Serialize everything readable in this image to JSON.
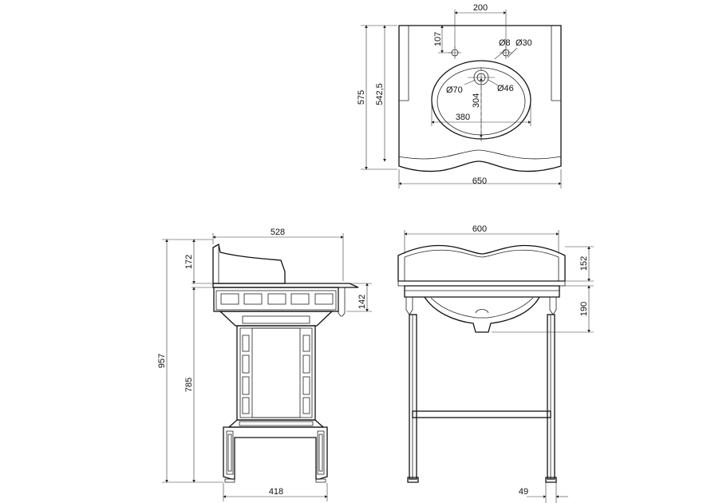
{
  "top_view": {
    "width": "650",
    "depth_total": "575",
    "depth_inner": "542,5",
    "tap_offset": "200",
    "hole_from_back": "107",
    "dia_small": "Ø8",
    "dia_tap": "Ø30",
    "dia_overflow": "Ø70",
    "dia_waste": "Ø46",
    "bowl_depth": "304",
    "bowl_width": "380"
  },
  "side_view": {
    "depth": "528",
    "upstand": "172",
    "apron": "142",
    "total_height": "957",
    "leg_height": "785",
    "base_depth": "418"
  },
  "front_view": {
    "width": "600",
    "upstand": "152",
    "bowl_drop": "190",
    "leg_width": "49"
  }
}
